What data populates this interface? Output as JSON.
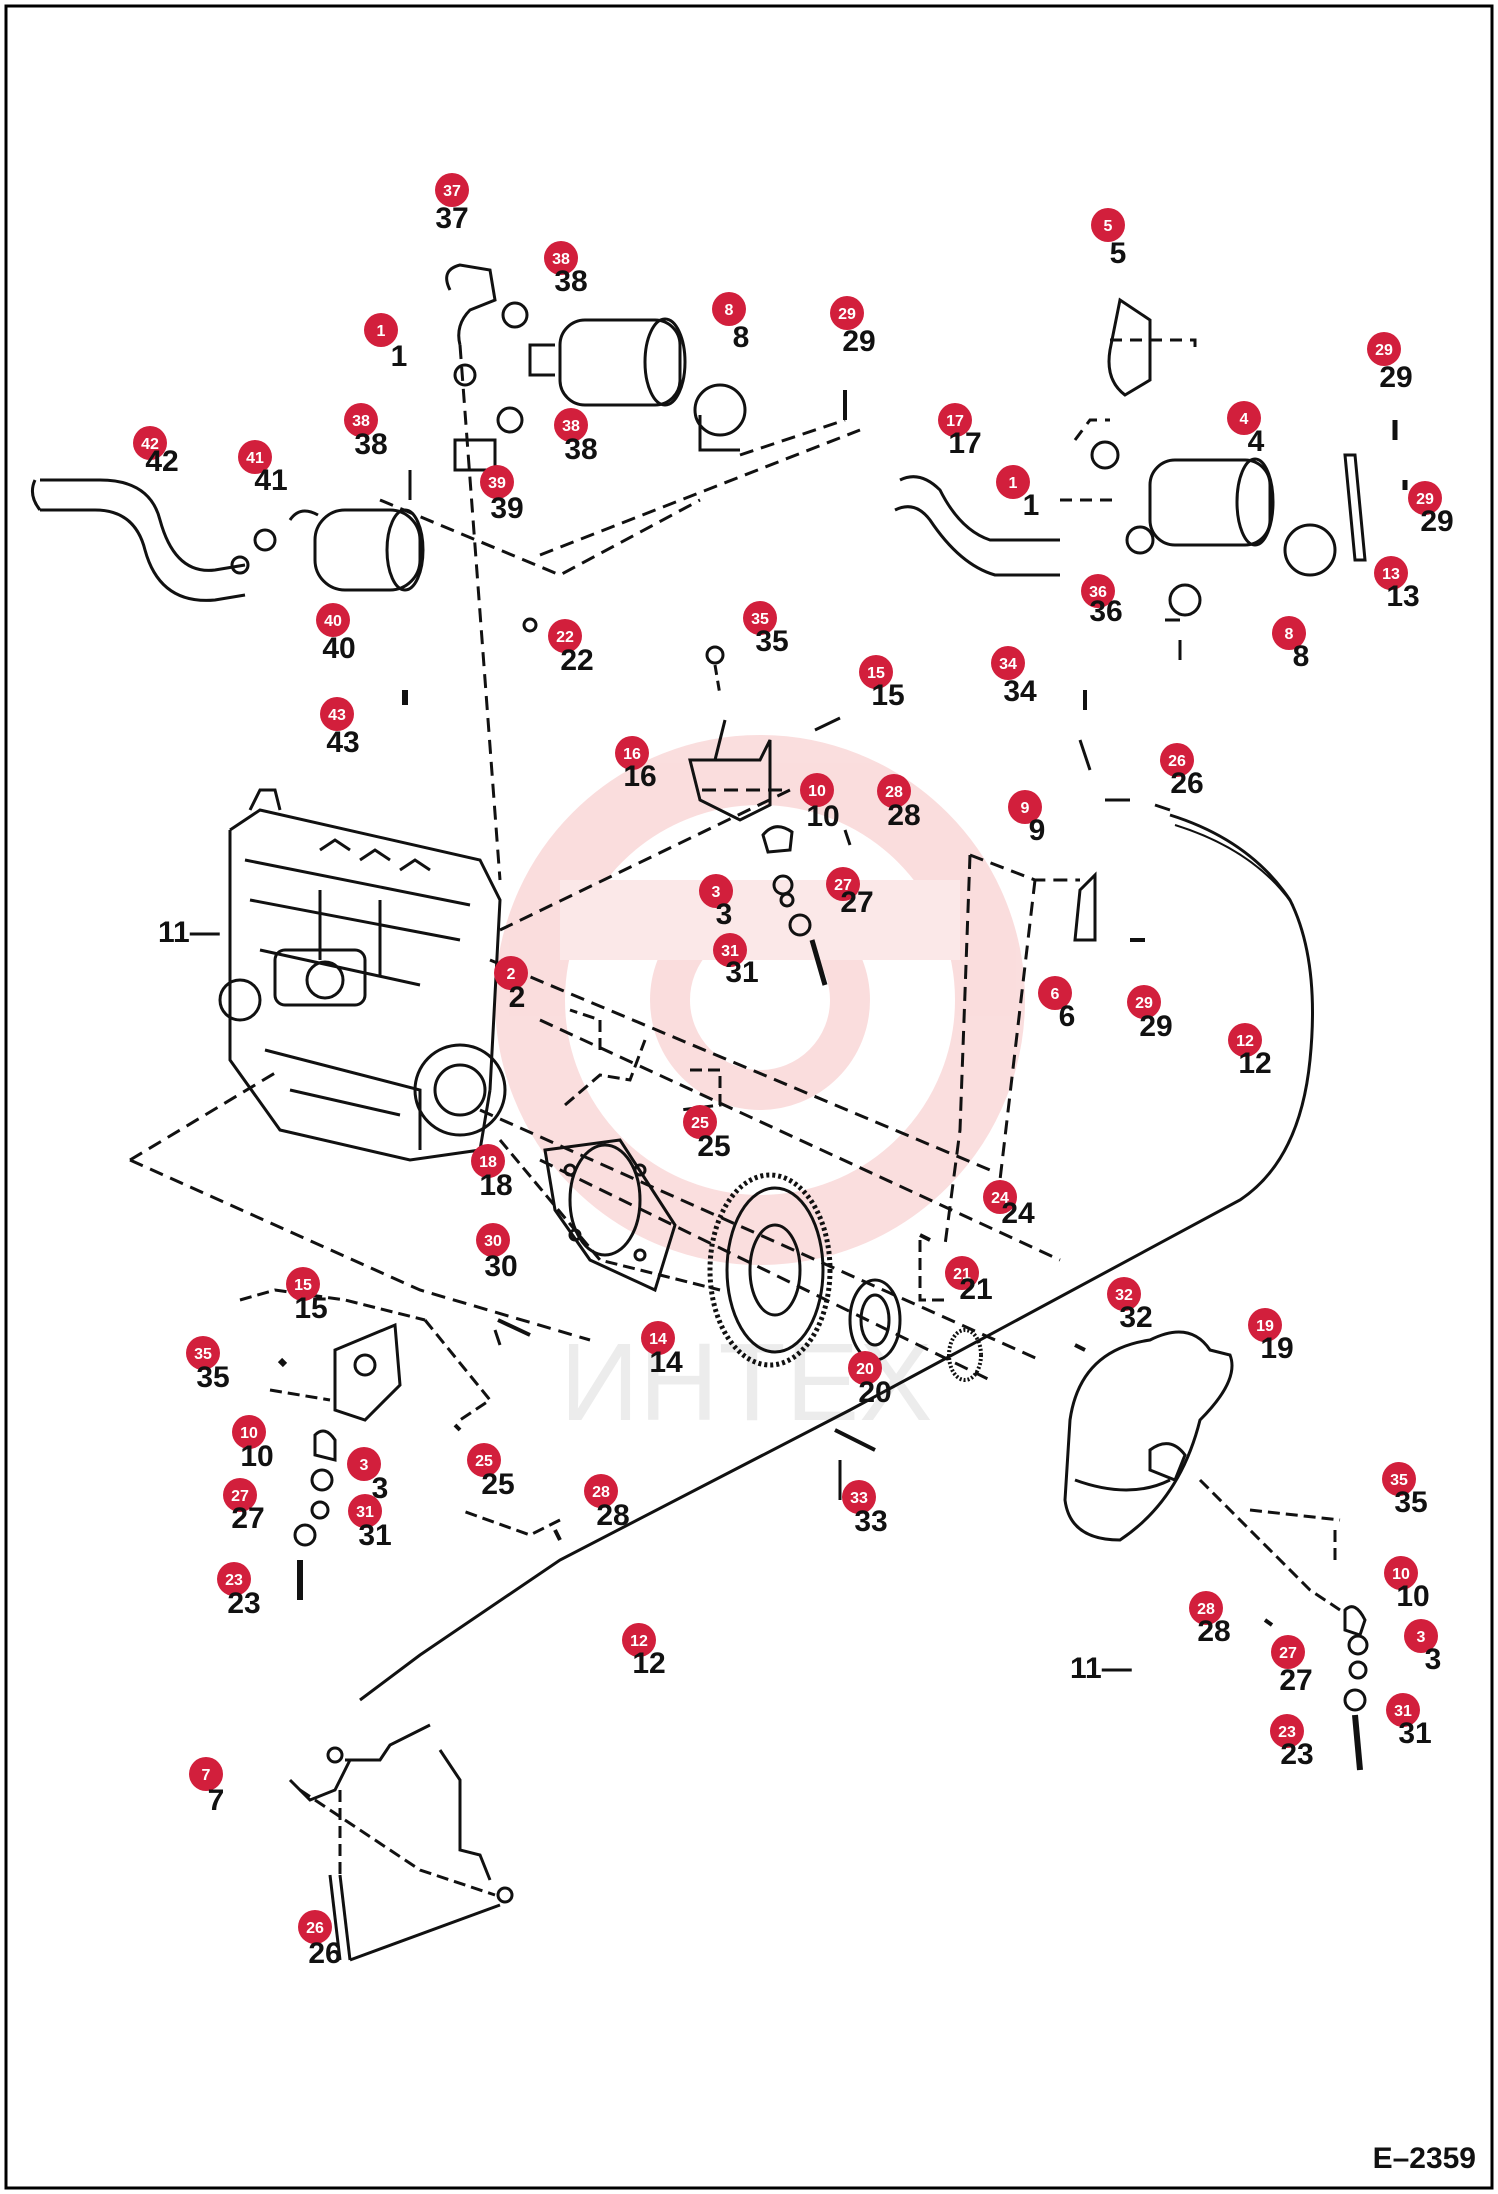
{
  "diagram": {
    "drawing_code": "E–2359",
    "watermark_text": "ИНТЕХ",
    "callouts": [
      {
        "id": "c37",
        "label": "37"
      },
      {
        "id": "c38a",
        "label": "38"
      },
      {
        "id": "c1a",
        "label": "1"
      },
      {
        "id": "c8a",
        "label": "8"
      },
      {
        "id": "c29a",
        "label": "29"
      },
      {
        "id": "c38b",
        "label": "38"
      },
      {
        "id": "c38c",
        "label": "38"
      },
      {
        "id": "c39",
        "label": "39"
      },
      {
        "id": "c42",
        "label": "42"
      },
      {
        "id": "c41",
        "label": "41"
      },
      {
        "id": "c40",
        "label": "40"
      },
      {
        "id": "c22",
        "label": "22"
      },
      {
        "id": "c43",
        "label": "43"
      },
      {
        "id": "c5",
        "label": "5"
      },
      {
        "id": "c29b",
        "label": "29"
      },
      {
        "id": "c17",
        "label": "17"
      },
      {
        "id": "c4",
        "label": "4"
      },
      {
        "id": "c1b",
        "label": "1"
      },
      {
        "id": "c29c",
        "label": "29"
      },
      {
        "id": "c36",
        "label": "36"
      },
      {
        "id": "c13",
        "label": "13"
      },
      {
        "id": "c8b",
        "label": "8"
      },
      {
        "id": "c35a",
        "label": "35"
      },
      {
        "id": "c15a",
        "label": "15"
      },
      {
        "id": "c34",
        "label": "34"
      },
      {
        "id": "c16",
        "label": "16"
      },
      {
        "id": "c10a",
        "label": "10"
      },
      {
        "id": "c28a",
        "label": "28"
      },
      {
        "id": "c26a",
        "label": "26"
      },
      {
        "id": "c9",
        "label": "9"
      },
      {
        "id": "c3a",
        "label": "3"
      },
      {
        "id": "c27a",
        "label": "27"
      },
      {
        "id": "c31a",
        "label": "31"
      },
      {
        "id": "c11a",
        "label": "11"
      },
      {
        "id": "c2",
        "label": "2"
      },
      {
        "id": "c6",
        "label": "6"
      },
      {
        "id": "c29d",
        "label": "29"
      },
      {
        "id": "c12a",
        "label": "12"
      },
      {
        "id": "c25a",
        "label": "25"
      },
      {
        "id": "c18",
        "label": "18"
      },
      {
        "id": "c24",
        "label": "24"
      },
      {
        "id": "c30",
        "label": "30"
      },
      {
        "id": "c21",
        "label": "21"
      },
      {
        "id": "c15b",
        "label": "15"
      },
      {
        "id": "c32",
        "label": "32"
      },
      {
        "id": "c19",
        "label": "19"
      },
      {
        "id": "c35b",
        "label": "35"
      },
      {
        "id": "c14",
        "label": "14"
      },
      {
        "id": "c20",
        "label": "20"
      },
      {
        "id": "c10b",
        "label": "10"
      },
      {
        "id": "c3b",
        "label": "3"
      },
      {
        "id": "c25b",
        "label": "25"
      },
      {
        "id": "c27b",
        "label": "27"
      },
      {
        "id": "c31b",
        "label": "31"
      },
      {
        "id": "c28b",
        "label": "28"
      },
      {
        "id": "c33",
        "label": "33"
      },
      {
        "id": "c35c",
        "label": "35"
      },
      {
        "id": "c23a",
        "label": "23"
      },
      {
        "id": "c10c",
        "label": "10"
      },
      {
        "id": "c28c",
        "label": "28"
      },
      {
        "id": "c12b",
        "label": "12"
      },
      {
        "id": "c3c",
        "label": "3"
      },
      {
        "id": "c27c",
        "label": "27"
      },
      {
        "id": "c11b",
        "label": "11"
      },
      {
        "id": "c31c",
        "label": "31"
      },
      {
        "id": "c23b",
        "label": "23"
      },
      {
        "id": "c7",
        "label": "7"
      },
      {
        "id": "c26b",
        "label": "26"
      }
    ],
    "plain_labels": [
      {
        "id": "p11a",
        "label": "11—"
      },
      {
        "id": "p11b",
        "label": "11—"
      }
    ],
    "colors": {
      "badge_fill": "#d21f3c",
      "badge_text": "#ffffff",
      "line": "#111111",
      "watermark": "#f2c4c4",
      "frame": "#000000"
    }
  }
}
